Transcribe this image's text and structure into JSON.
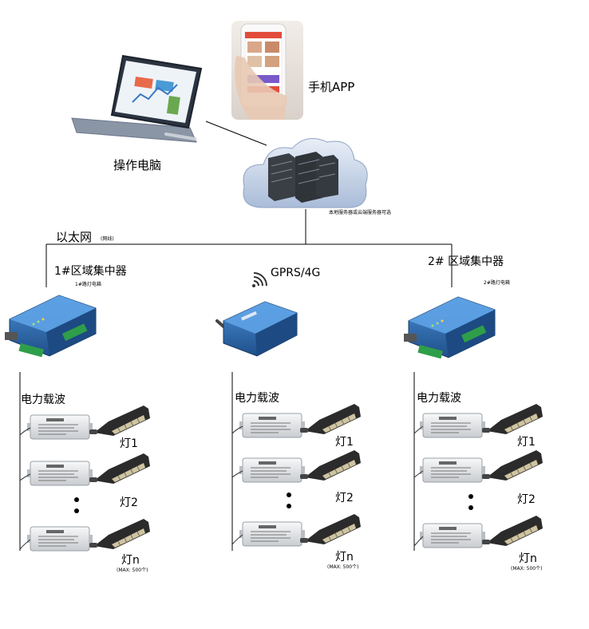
{
  "top": {
    "phone_label": "手机APP",
    "laptop_label": "操作电脑",
    "server_note": "本地服务器或云端服务器可选",
    "ethernet_label": "以太网",
    "ethernet_note": "(网线)"
  },
  "columns": [
    {
      "title": "1#区域集中器",
      "subtitle": "1#路灯电箱",
      "carrier_label": "电力载波",
      "lamps": [
        "灯1",
        "灯2",
        "灯n"
      ],
      "max_note": "(MAX: 500个)"
    },
    {
      "title": "GPRS/4G",
      "subtitle": "",
      "carrier_label": "电力载波",
      "lamps": [
        "灯1",
        "灯2",
        "灯n"
      ],
      "max_note": "(MAX: 500个)"
    },
    {
      "title": "2# 区域集中器",
      "subtitle": "2#路灯电箱",
      "carrier_label": "电力载波",
      "lamps": [
        "灯1",
        "灯2",
        "灯n"
      ],
      "max_note": "(MAX: 500个)"
    }
  ],
  "colors": {
    "device_blue": "#2b6cb0",
    "terminal_green": "#2f9e4a",
    "lamp_dark": "#2b2b2b",
    "lamp_panel": "#cfc4a0",
    "driver_body": "#e6e8ea",
    "cloud": "#c9d6ea"
  },
  "icons": [
    "laptop-icon",
    "phone-icon",
    "cloud-server-icon",
    "concentrator-icon",
    "gprs-device-icon",
    "wifi-signal-icon",
    "driver-box-icon",
    "street-lamp-icon"
  ]
}
